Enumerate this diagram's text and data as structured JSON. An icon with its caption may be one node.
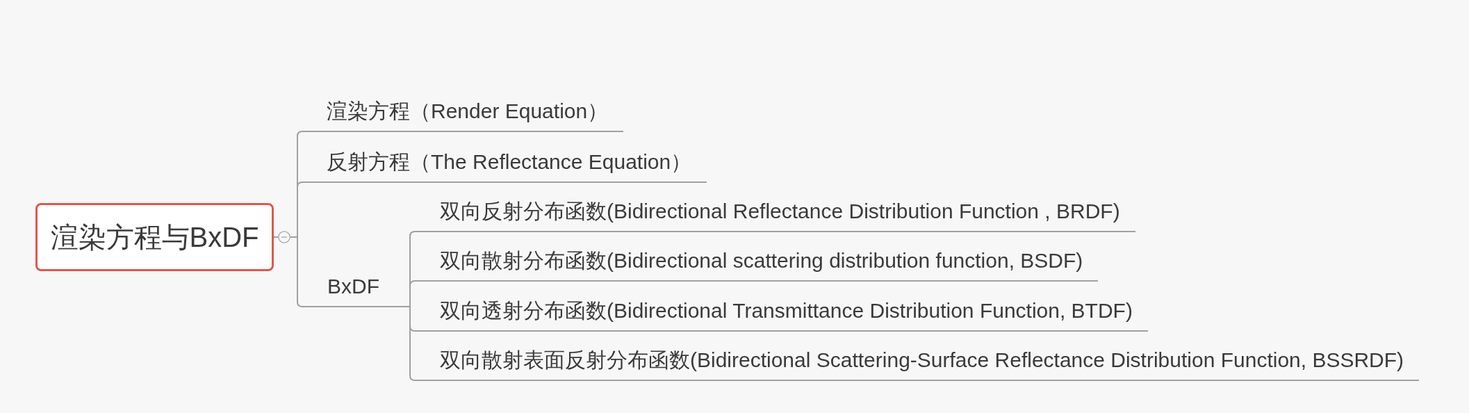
{
  "diagram": {
    "nodes": [
      {
        "text": [
          "渲染方程与BxDF"
        ]
      },
      {
        "text": [],
        "shape": "circle"
      },
      {
        "text": [
          "渲染方程（Render Equation）"
        ]
      },
      {
        "text": [
          "反射方程（The Reflectance Equation）"
        ]
      },
      {
        "text": [
          "BxDF"
        ]
      },
      {
        "text": [
          "双向反射分布函数(Bidirectional Reflectance Distribution Function , BRDF)"
        ]
      },
      {
        "text": [
          "双向散射分布函数(Bidirectional scattering distribution function, BSDF)"
        ]
      },
      {
        "text": [
          "双向透射分布函数(Bidirectional Transmittance Distribution Function, BTDF)"
        ]
      },
      {
        "text": [
          "双向散射表面反射分布函数(Bidirectional Scattering-Surface Reflectance Distribution Function, BSSRDF)"
        ]
      }
    ],
    "edges": [
      {
        "from": 0,
        "to": 1,
        "arrow": "none"
      },
      {
        "from": 1,
        "to": 2,
        "arrow": "none"
      },
      {
        "from": 1,
        "to": 3,
        "arrow": "none"
      },
      {
        "from": 1,
        "to": 4,
        "arrow": "none"
      },
      {
        "from": 4,
        "to": 5,
        "arrow": "none"
      },
      {
        "from": 4,
        "to": 6,
        "arrow": "none"
      },
      {
        "from": 4,
        "to": 7,
        "arrow": "none"
      },
      {
        "from": 4,
        "to": 8,
        "arrow": "none"
      }
    ]
  }
}
